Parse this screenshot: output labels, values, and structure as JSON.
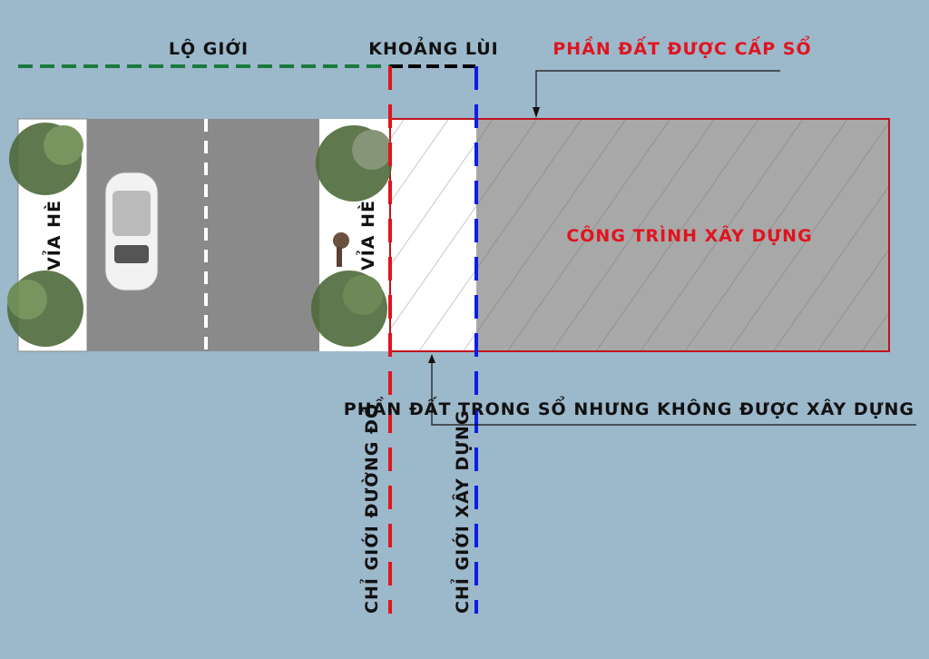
{
  "labels": {
    "lo_gioi": "LỘ GIỚI",
    "khoang_lui": "KHOẢNG LÙI",
    "phan_dat_cap_so": "PHẦN ĐẤT ĐƯỢC CẤP SỔ",
    "cong_trinh": "CÔNG TRÌNH XÂY DỰNG",
    "via_he_left": "VỈA HÈ",
    "via_he_right": "VỈA HÈ",
    "khong_xay_dung": "PHẦN ĐẤT TRONG SỔ NHƯNG KHÔNG ĐƯỢC XÂY DỰNG",
    "chi_gioi_duong_do": "CHỈ GIỚI ĐƯỜNG ĐỎ",
    "chi_gioi_xay_dung": "CHỈ GIỚI XÂY DỰNG"
  },
  "colors": {
    "background": "#9cb8cb",
    "lo_gioi_line": "#1a7a3c",
    "red_line": "#e0141e",
    "blue_line": "#0a1ee6",
    "road": "#8a8a8a",
    "building": "#a8a8a8"
  }
}
